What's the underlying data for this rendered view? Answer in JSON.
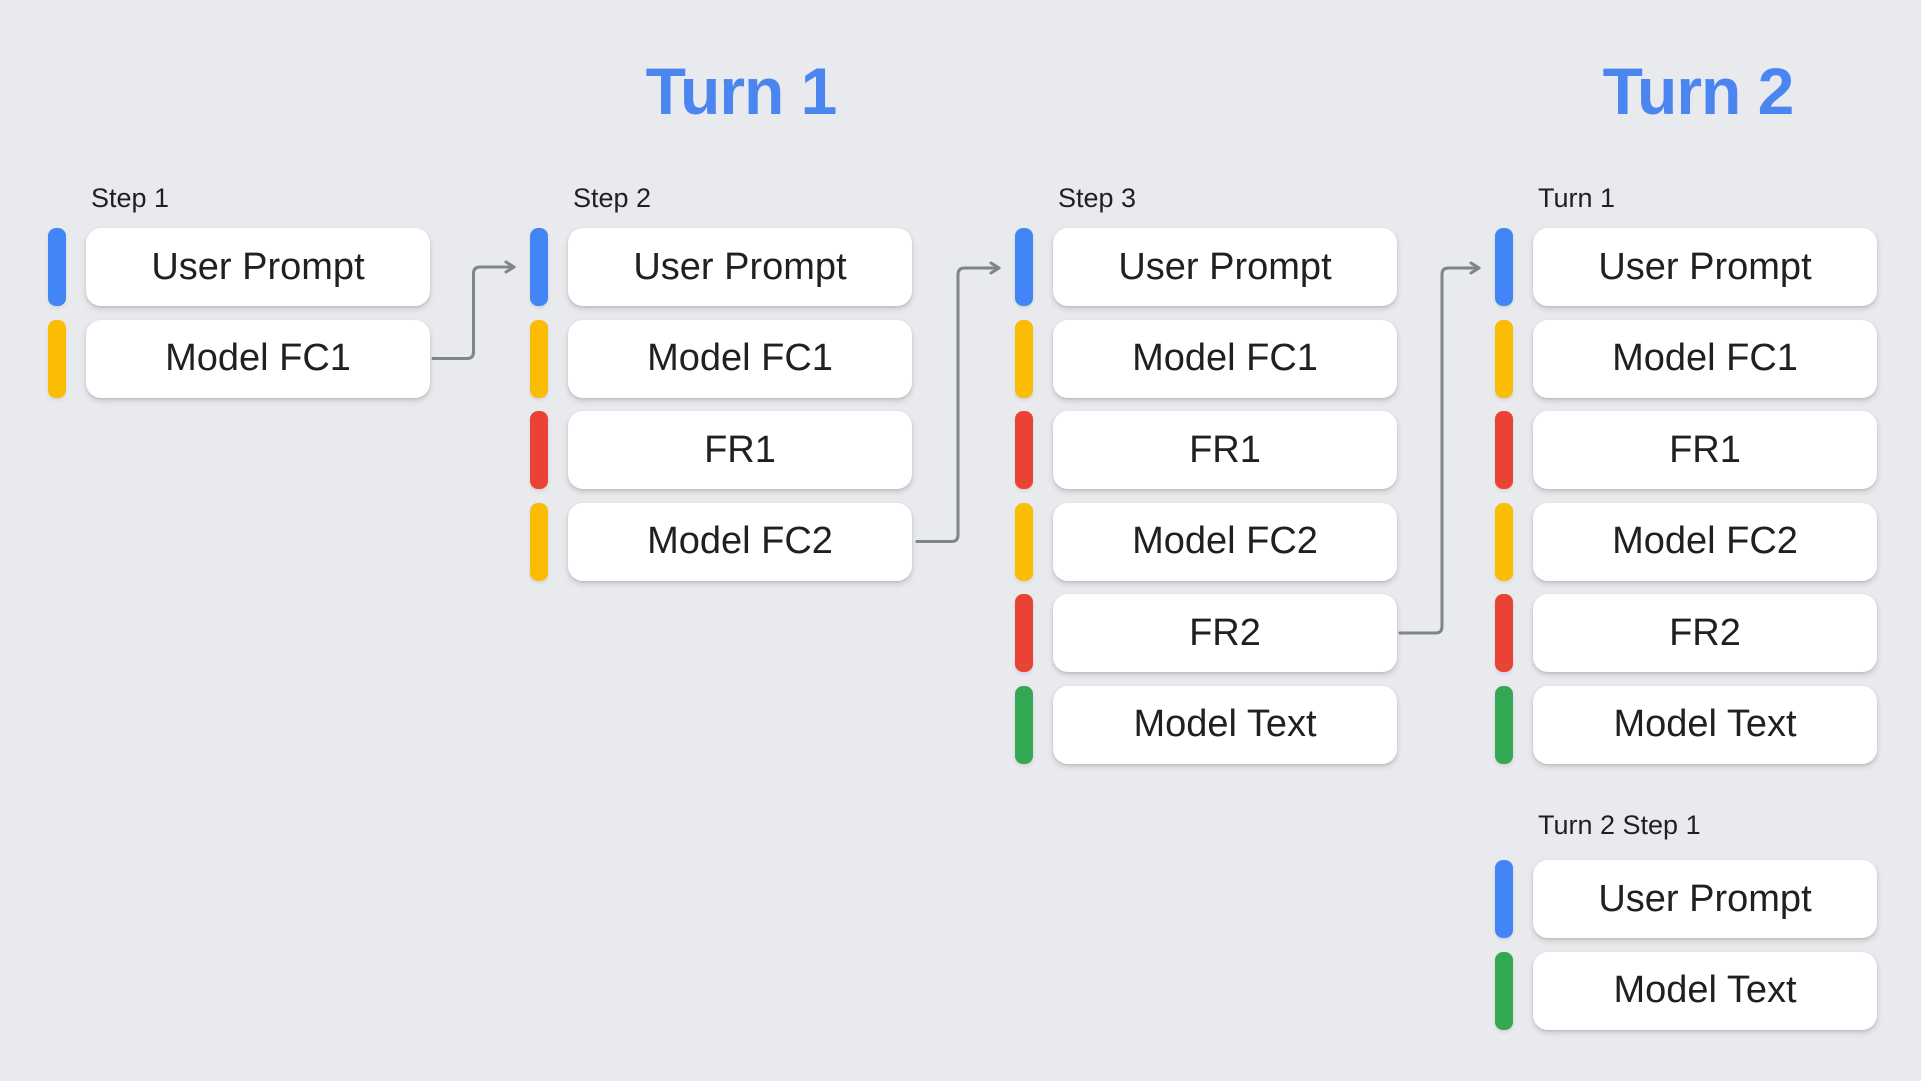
{
  "titles": {
    "turn1": "Turn 1",
    "turn2": "Turn 2"
  },
  "colors": {
    "blue": "#4285f4",
    "yellow": "#fbbc04",
    "red": "#ea4335",
    "green": "#34a853",
    "title_blue": "#4b86f0",
    "arrow": "#7e858b",
    "background": "#e9eaee",
    "card_text": "#1f2023"
  },
  "columns": [
    {
      "label": "Step 1",
      "cards": [
        {
          "text": "User Prompt",
          "color": "blue"
        },
        {
          "text": "Model FC1",
          "color": "yellow"
        }
      ]
    },
    {
      "label": "Step 2",
      "cards": [
        {
          "text": "User Prompt",
          "color": "blue"
        },
        {
          "text": "Model FC1",
          "color": "yellow"
        },
        {
          "text": "FR1",
          "color": "red"
        },
        {
          "text": "Model FC2",
          "color": "yellow"
        }
      ]
    },
    {
      "label": "Step 3",
      "cards": [
        {
          "text": "User Prompt",
          "color": "blue"
        },
        {
          "text": "Model FC1",
          "color": "yellow"
        },
        {
          "text": "FR1",
          "color": "red"
        },
        {
          "text": "Model FC2",
          "color": "yellow"
        },
        {
          "text": "FR2",
          "color": "red"
        },
        {
          "text": "Model Text",
          "color": "green"
        }
      ]
    },
    {
      "label": "Turn 1",
      "cards": [
        {
          "text": "User Prompt",
          "color": "blue"
        },
        {
          "text": "Model FC1",
          "color": "yellow"
        },
        {
          "text": "FR1",
          "color": "red"
        },
        {
          "text": "Model FC2",
          "color": "yellow"
        },
        {
          "text": "FR2",
          "color": "red"
        },
        {
          "text": "Model Text",
          "color": "green"
        }
      ]
    }
  ],
  "turn2_group": {
    "label": "Turn 2 Step 1",
    "cards": [
      {
        "text": "User Prompt",
        "color": "blue"
      },
      {
        "text": "Model Text",
        "color": "green"
      }
    ]
  }
}
